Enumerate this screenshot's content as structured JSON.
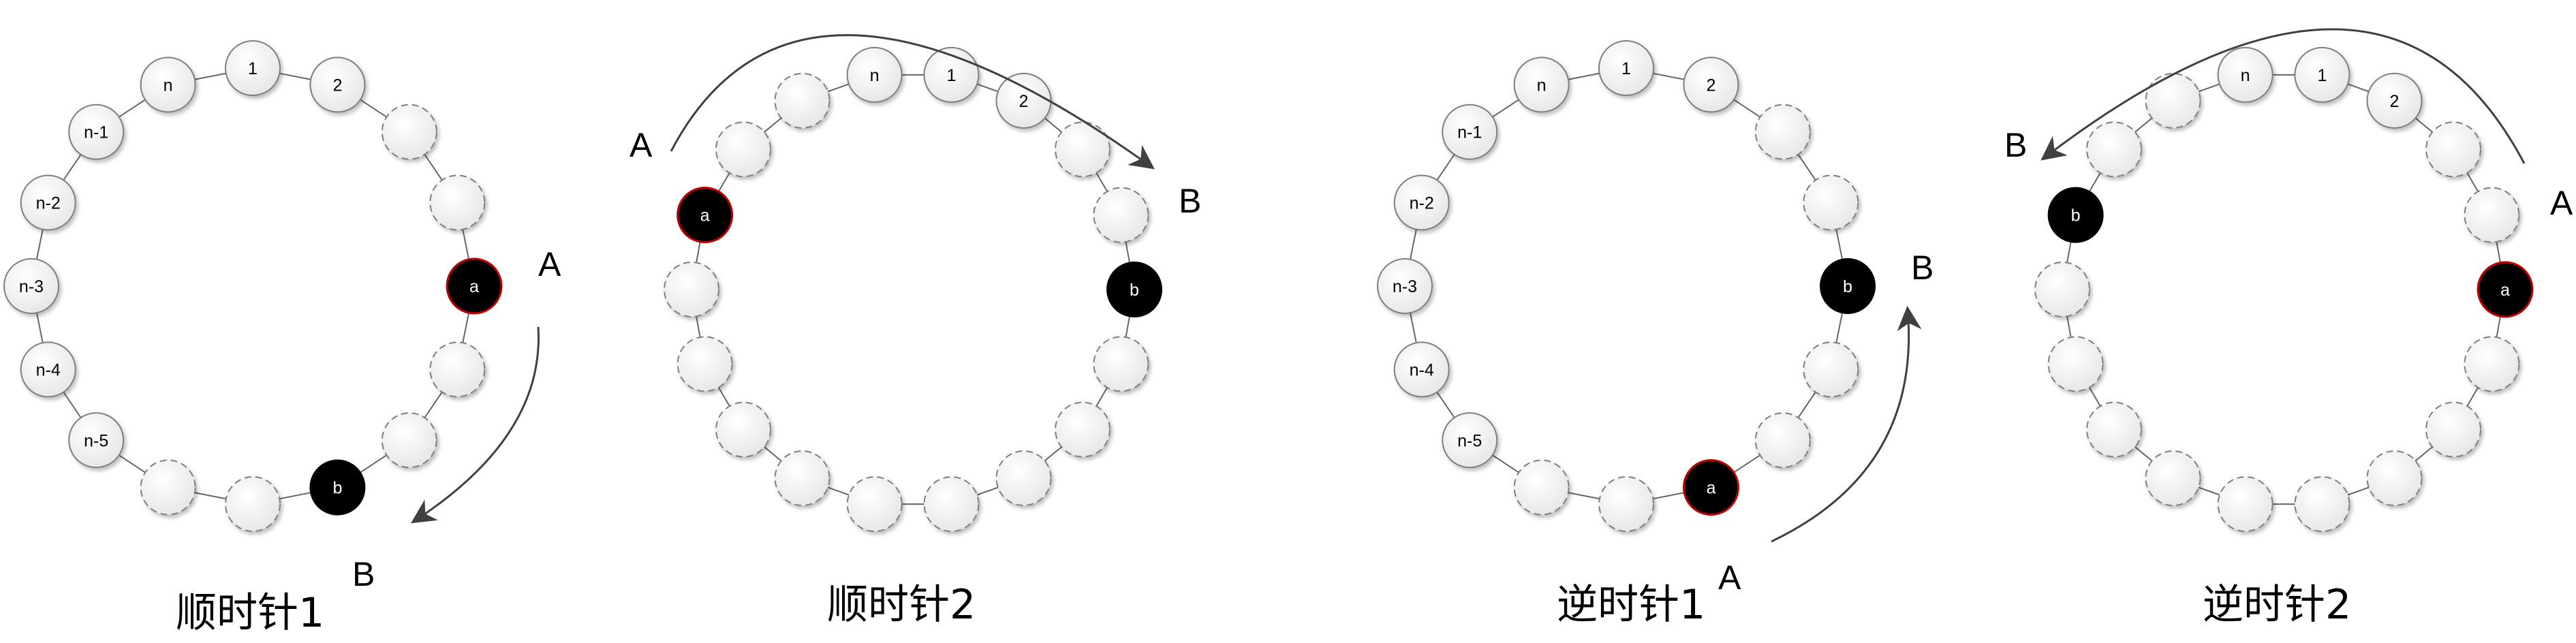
{
  "diagrams": [
    {
      "caption": "顺时针1",
      "start_label": "A",
      "end_label": "B",
      "a_node_label": "a",
      "b_node_label": "b",
      "node_labels": [
        "n",
        "1",
        "2",
        "",
        "",
        "a",
        "",
        "",
        "b",
        "",
        "",
        "n-5",
        "n-4",
        "n-3",
        "n-2",
        "n-1"
      ],
      "arrow": "clockwise"
    },
    {
      "caption": "顺时针2",
      "start_label": "A",
      "end_label": "B",
      "a_node_label": "a",
      "b_node_label": "b",
      "node_labels": [
        "n",
        "1",
        "2",
        "",
        "",
        "b",
        "",
        "",
        "",
        "",
        "",
        "",
        "",
        "",
        "",
        "a",
        "",
        ""
      ],
      "arrow": "clockwise"
    },
    {
      "caption": "逆时针1",
      "start_label": "A",
      "end_label": "B",
      "a_node_label": "a",
      "b_node_label": "b",
      "node_labels": [
        "n",
        "1",
        "2",
        "",
        "",
        "b",
        "",
        "",
        "a",
        "",
        "",
        "n-5",
        "n-4",
        "n-3",
        "n-2",
        "n-1"
      ],
      "arrow": "counterclockwise"
    },
    {
      "caption": "逆时针2",
      "start_label": "A",
      "end_label": "B",
      "a_node_label": "a",
      "b_node_label": "b",
      "node_labels": [
        "n",
        "1",
        "2",
        "",
        "",
        "a",
        "",
        "",
        "",
        "",
        "",
        "",
        "",
        "",
        "",
        "b",
        "",
        ""
      ],
      "arrow": "counterclockwise"
    }
  ],
  "colors": {
    "node_fill": "#f2f2f2",
    "node_stroke_solid": "#7f7f7f",
    "node_stroke_dashed": "#7f7f7f",
    "selected_fill": "#000000",
    "a_stroke": "#c00000",
    "arrow": "#404040"
  }
}
